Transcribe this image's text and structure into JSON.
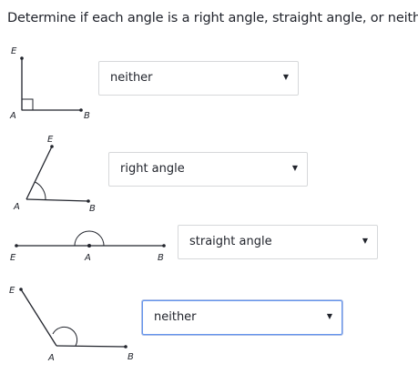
{
  "question": "Determine if each angle is a right angle, straight angle, or neither.",
  "figures": [
    {
      "vertex": "A",
      "ray1_end": "E",
      "ray2_end": "B",
      "angle_mark": "right-angle-square"
    },
    {
      "vertex": "A",
      "ray1_end": "E",
      "ray2_end": "B",
      "angle_mark": "arc"
    },
    {
      "vertex": "A",
      "ray1_end": "E",
      "ray2_end": "B",
      "angle_mark": "semicircle-arc"
    },
    {
      "vertex": "A",
      "ray1_end": "E",
      "ray2_end": "B",
      "angle_mark": "arc"
    }
  ],
  "answers": [
    {
      "selected": "neither",
      "focused": false
    },
    {
      "selected": "right angle",
      "focused": false
    },
    {
      "selected": "straight angle",
      "focused": false
    },
    {
      "selected": "neither",
      "focused": true
    }
  ],
  "icons": {
    "dropdown": "caret-down-icon"
  },
  "colors": {
    "text": "#21242c",
    "border": "#d6d8da",
    "focus": "#6495ed"
  }
}
